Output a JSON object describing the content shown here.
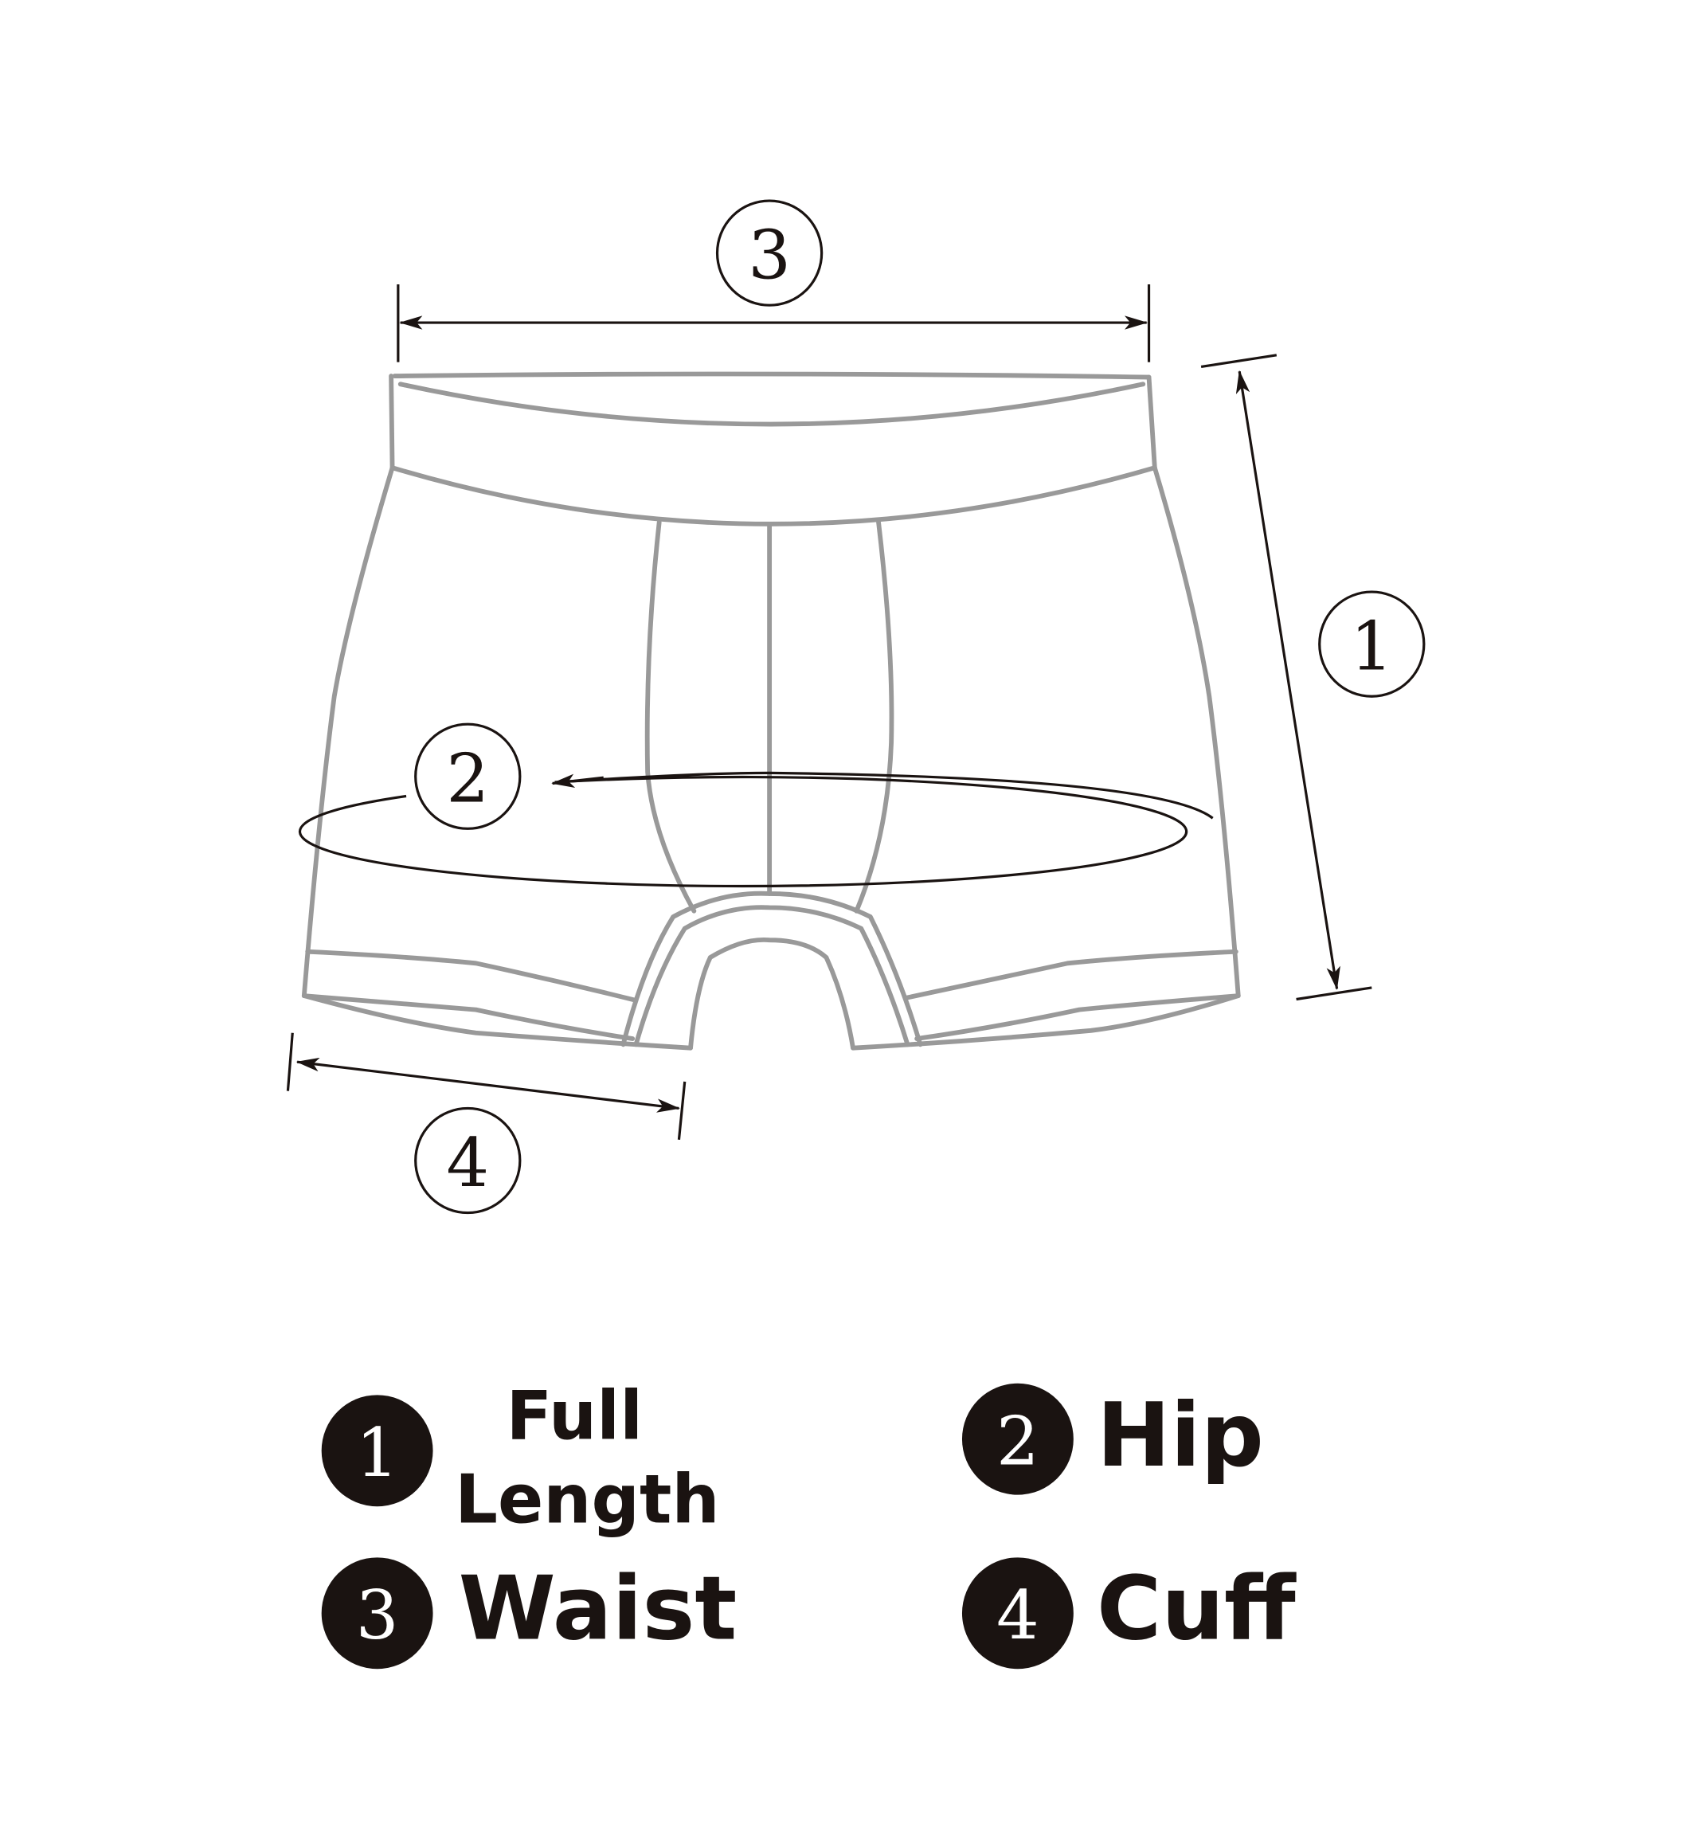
{
  "markers": {
    "m1": "1",
    "m2": "2",
    "m3": "3",
    "m4": "4"
  },
  "legend": [
    {
      "number": "1",
      "label_line1": "Full",
      "label_line2": "Length"
    },
    {
      "number": "2",
      "label": "Hip"
    },
    {
      "number": "3",
      "label": "Waist"
    },
    {
      "number": "4",
      "label": "Cuff"
    }
  ],
  "colors": {
    "outline": "#999999",
    "ink": "#1a1311",
    "background": "#ffffff"
  }
}
